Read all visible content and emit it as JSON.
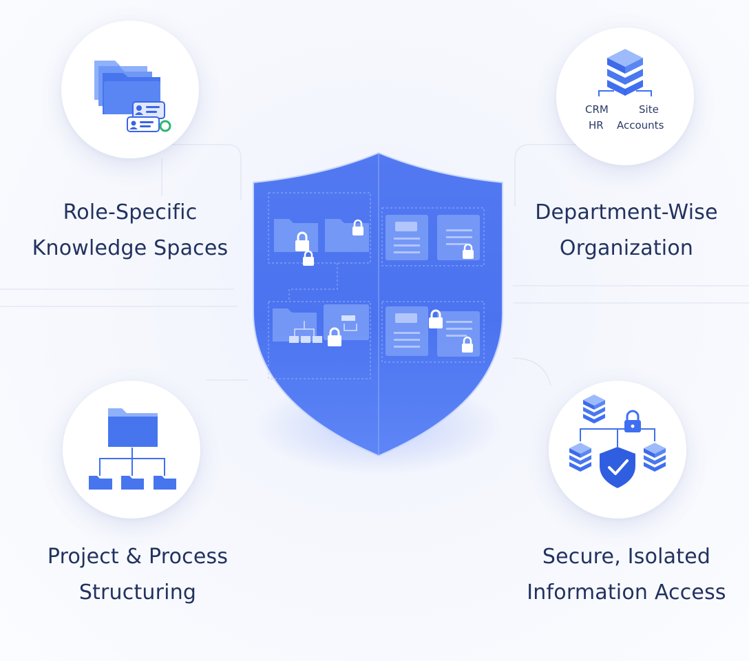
{
  "features": [
    {
      "id": "role",
      "caption_lines": [
        "Role-Specific",
        "Knowledge Spaces"
      ],
      "icon": "folder-user-card-icon"
    },
    {
      "id": "department",
      "caption_lines": [
        "Department-Wise",
        "Organization"
      ],
      "icon": "database-stack-icon",
      "db_labels": {
        "top_left": "CRM",
        "top_right": "Site",
        "bottom_left": "HR",
        "bottom_right": "Accounts"
      }
    },
    {
      "id": "project",
      "caption_lines": [
        "Project & Process",
        "Structuring"
      ],
      "icon": "folder-tree-icon"
    },
    {
      "id": "secure",
      "caption_lines": [
        "Secure, Isolated",
        "Information Access"
      ],
      "icon": "secure-database-network-icon"
    }
  ],
  "center": {
    "icon": "shield-icon",
    "contents": "locked-folders-and-documents"
  },
  "colors": {
    "primary": "#3f6ff0",
    "primary_dark": "#2f5ee0",
    "light": "#8fb0fa",
    "accent_green": "#2bb673",
    "text": "#22325f"
  }
}
